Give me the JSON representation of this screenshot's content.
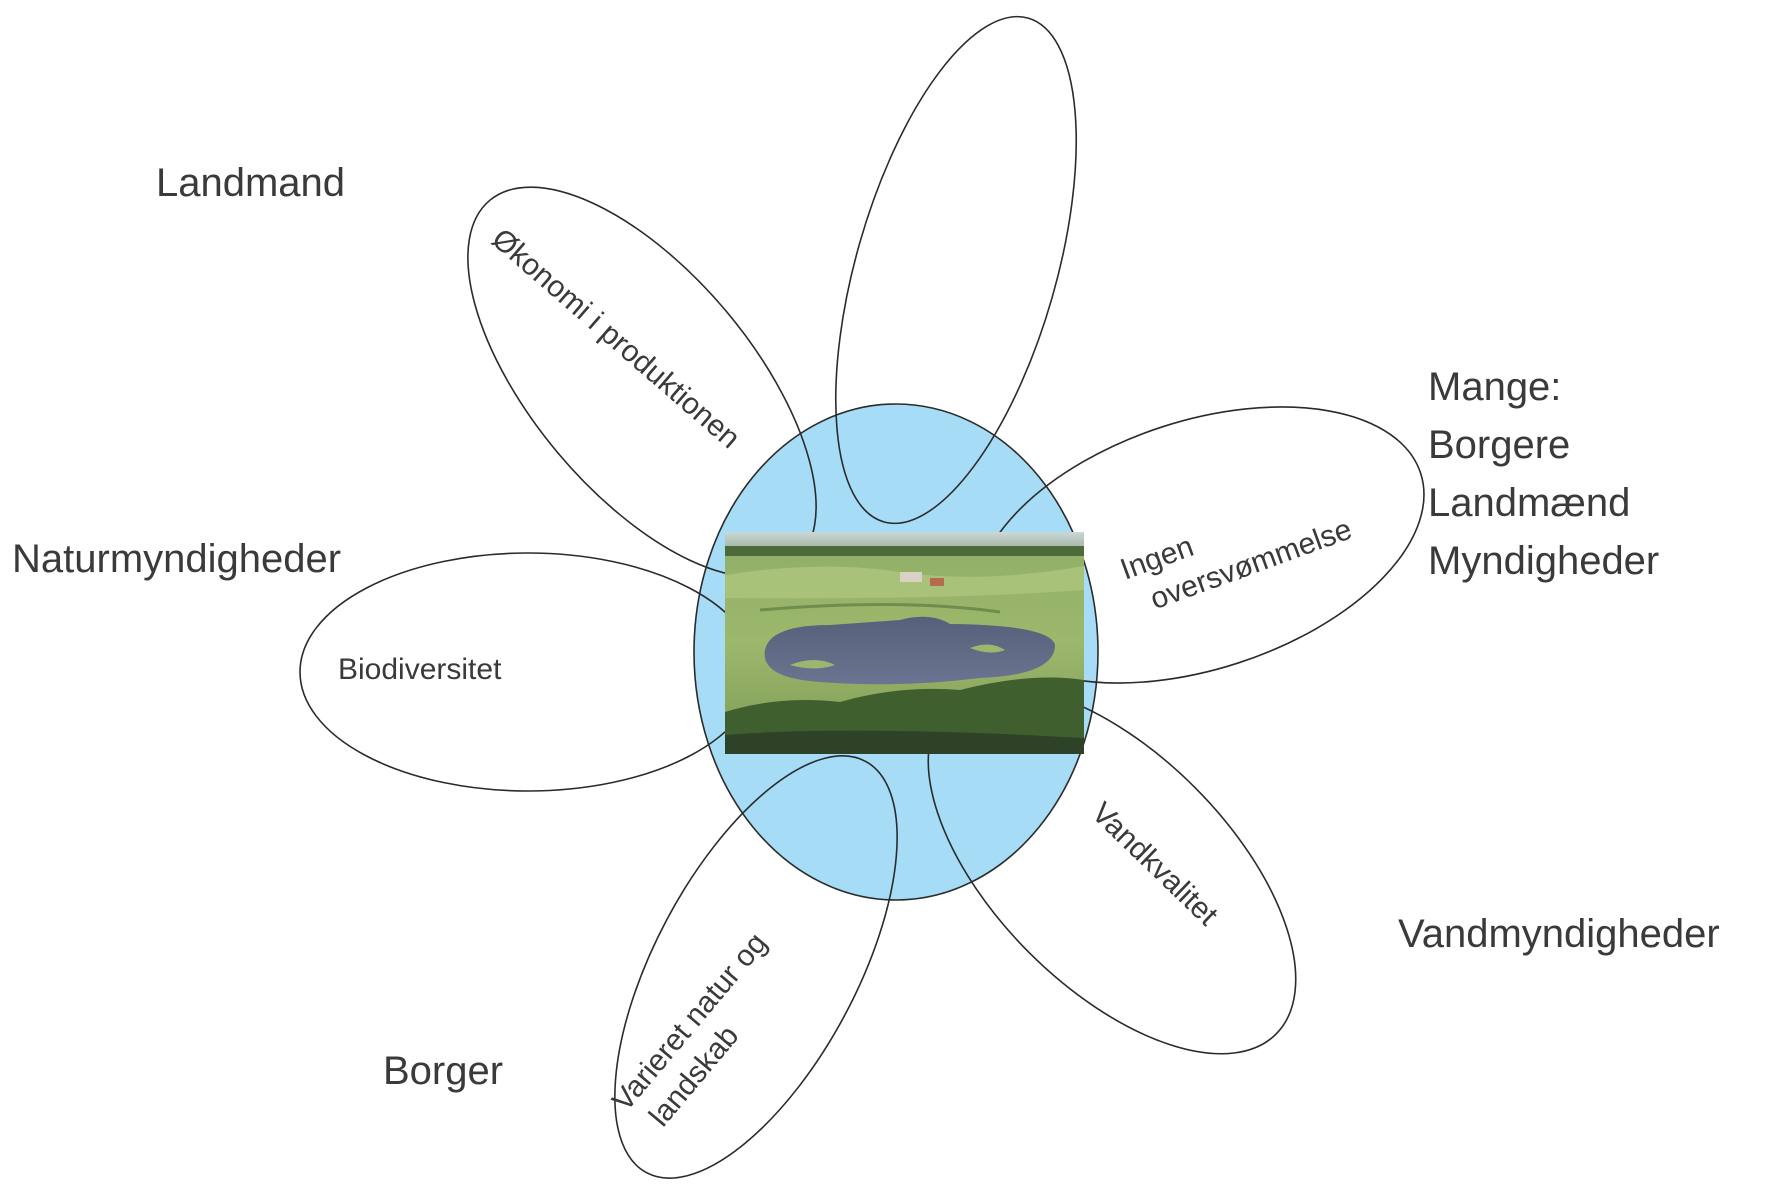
{
  "center": {
    "fill_color": "#a6dcf6",
    "photo": "aerial-lake-landscape"
  },
  "stakeholders": {
    "landmand": "Landmand",
    "naturmyndigheder": "Naturmyndigheder",
    "mange": [
      "Mange:",
      "Borgere",
      "Landmænd",
      "Myndigheder"
    ],
    "vandmyndigheder": "Vandmyndigheder",
    "borger": "Borger"
  },
  "petals": {
    "okonomi": "Økonomi i produktionen",
    "biodiversitet": "Biodiversitet",
    "ingen": [
      "Ingen",
      "oversvømmelse"
    ],
    "vandkvalitet": "Vandkvalitet",
    "varieret": [
      "Varieret natur og",
      "landskab"
    ]
  }
}
